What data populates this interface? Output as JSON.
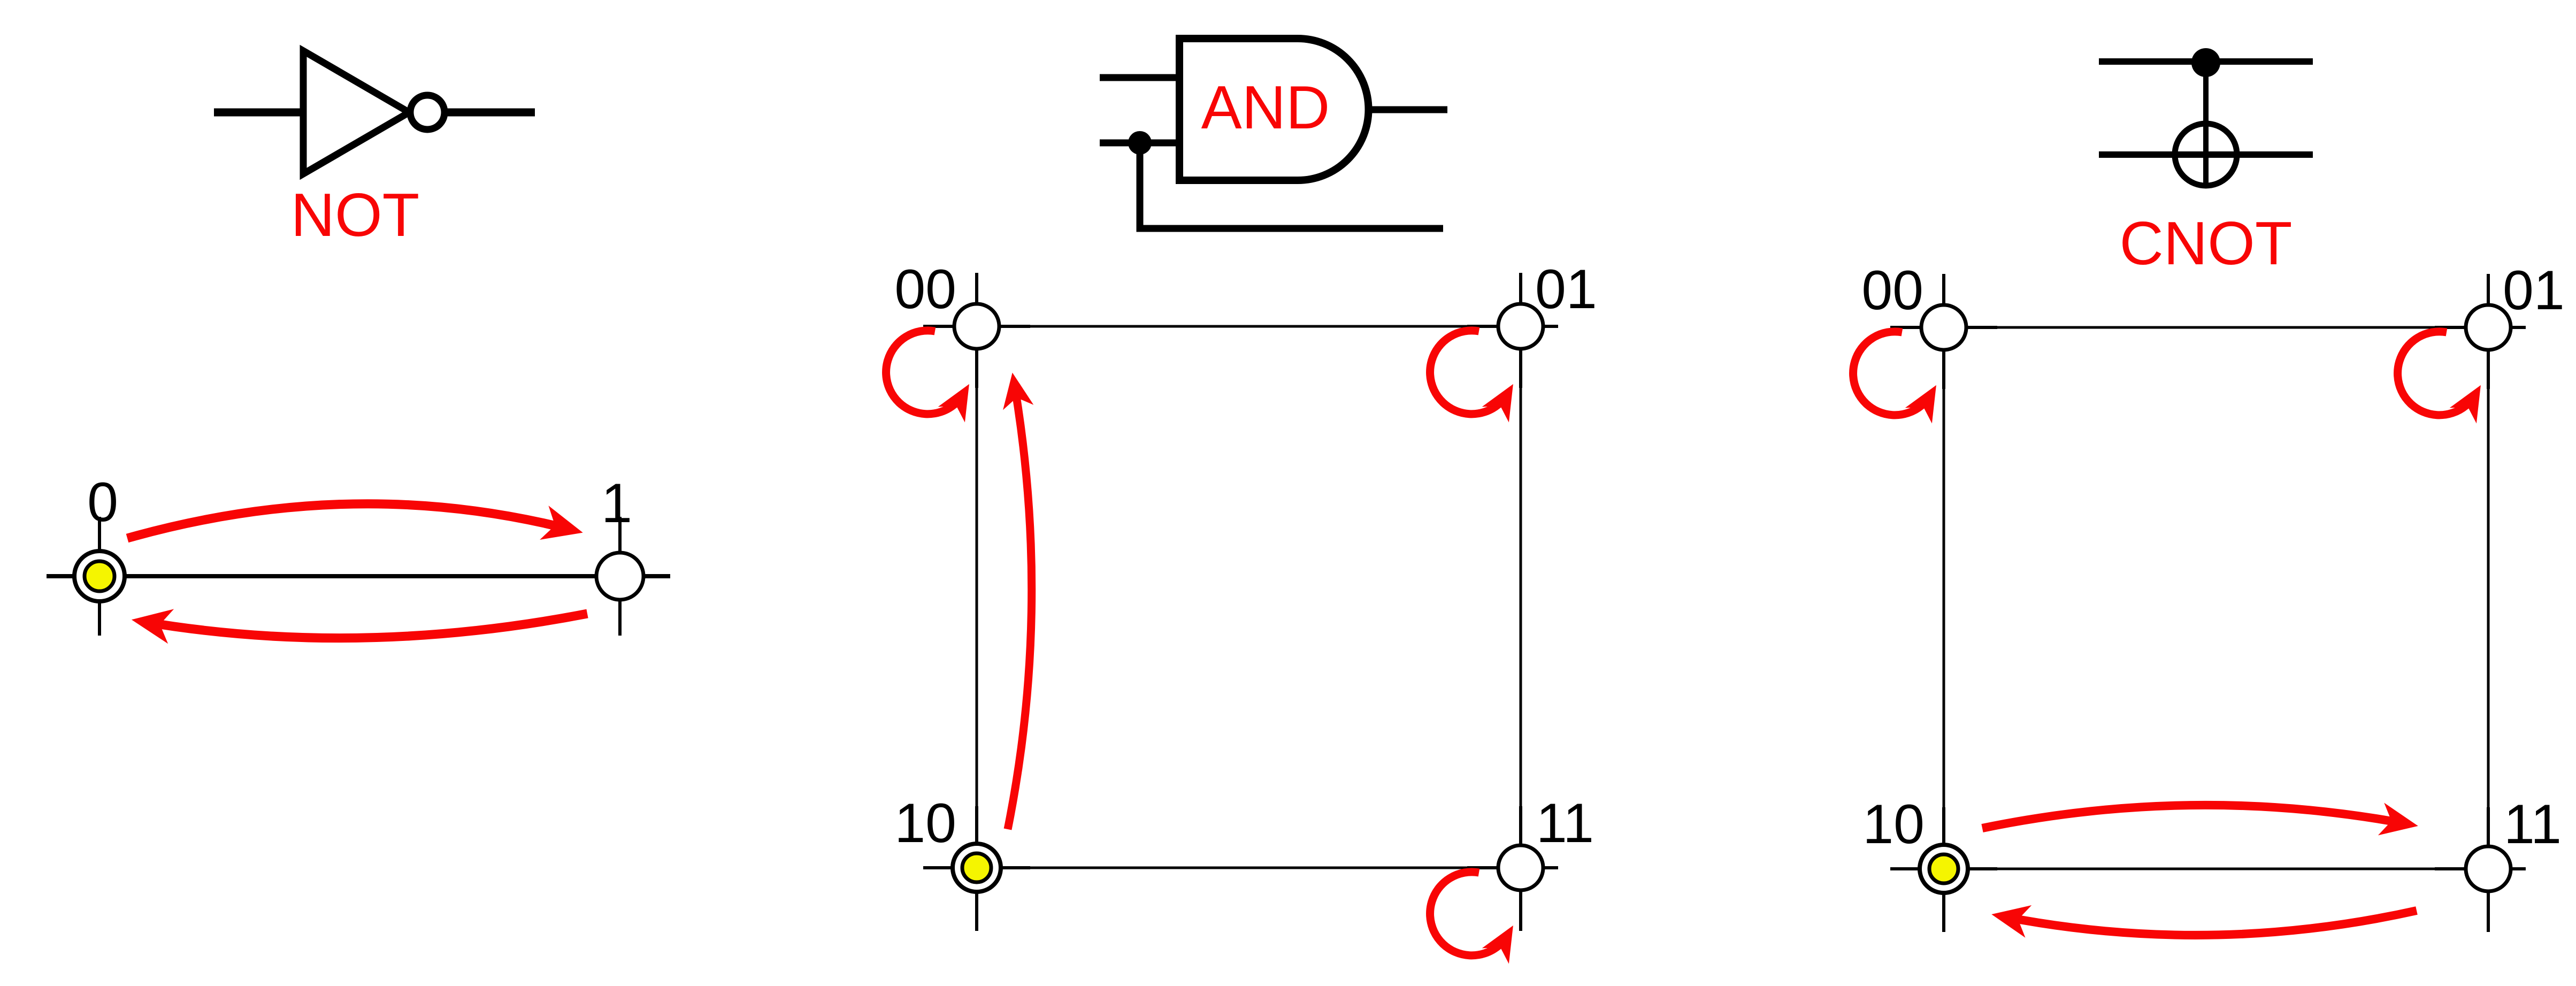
{
  "figure": {
    "description": "Logic gates (NOT, AND, CNOT) with their state-transition diagrams",
    "colors": {
      "accent_red": "#F80505",
      "highlight_yellow": "#F5F500",
      "ink": "#000000",
      "background": "#FFFFFF"
    },
    "icons": {
      "inverter_triangle": "triangle-right",
      "inversion_bubble": "small-open-circle",
      "control_dot": "filled-dot",
      "xor_target": "circle-plus",
      "fanout_dot": "filled-dot"
    },
    "panels": [
      {
        "id": "not",
        "gate_label": "NOT",
        "diagram_type": "two-state-line",
        "current_state": "0",
        "nodes": [
          {
            "label": "0",
            "highlighted": true
          },
          {
            "label": "1",
            "highlighted": false
          }
        ],
        "transitions": [
          {
            "from": "0",
            "to": "1"
          },
          {
            "from": "1",
            "to": "0"
          }
        ]
      },
      {
        "id": "and",
        "gate_label": "AND",
        "diagram_type": "four-state-square",
        "current_state": "10",
        "nodes": [
          {
            "label": "00",
            "highlighted": false
          },
          {
            "label": "01",
            "highlighted": false
          },
          {
            "label": "10",
            "highlighted": true
          },
          {
            "label": "11",
            "highlighted": false
          }
        ],
        "transitions": [
          {
            "from": "00",
            "to": "00"
          },
          {
            "from": "01",
            "to": "01"
          },
          {
            "from": "10",
            "to": "00"
          },
          {
            "from": "11",
            "to": "11"
          }
        ]
      },
      {
        "id": "cnot",
        "gate_label": "CNOT",
        "diagram_type": "four-state-square",
        "current_state": "10",
        "nodes": [
          {
            "label": "00",
            "highlighted": false
          },
          {
            "label": "01",
            "highlighted": false
          },
          {
            "label": "10",
            "highlighted": true
          },
          {
            "label": "11",
            "highlighted": false
          }
        ],
        "transitions": [
          {
            "from": "00",
            "to": "00"
          },
          {
            "from": "01",
            "to": "01"
          },
          {
            "from": "10",
            "to": "11"
          },
          {
            "from": "11",
            "to": "10"
          }
        ]
      }
    ]
  }
}
